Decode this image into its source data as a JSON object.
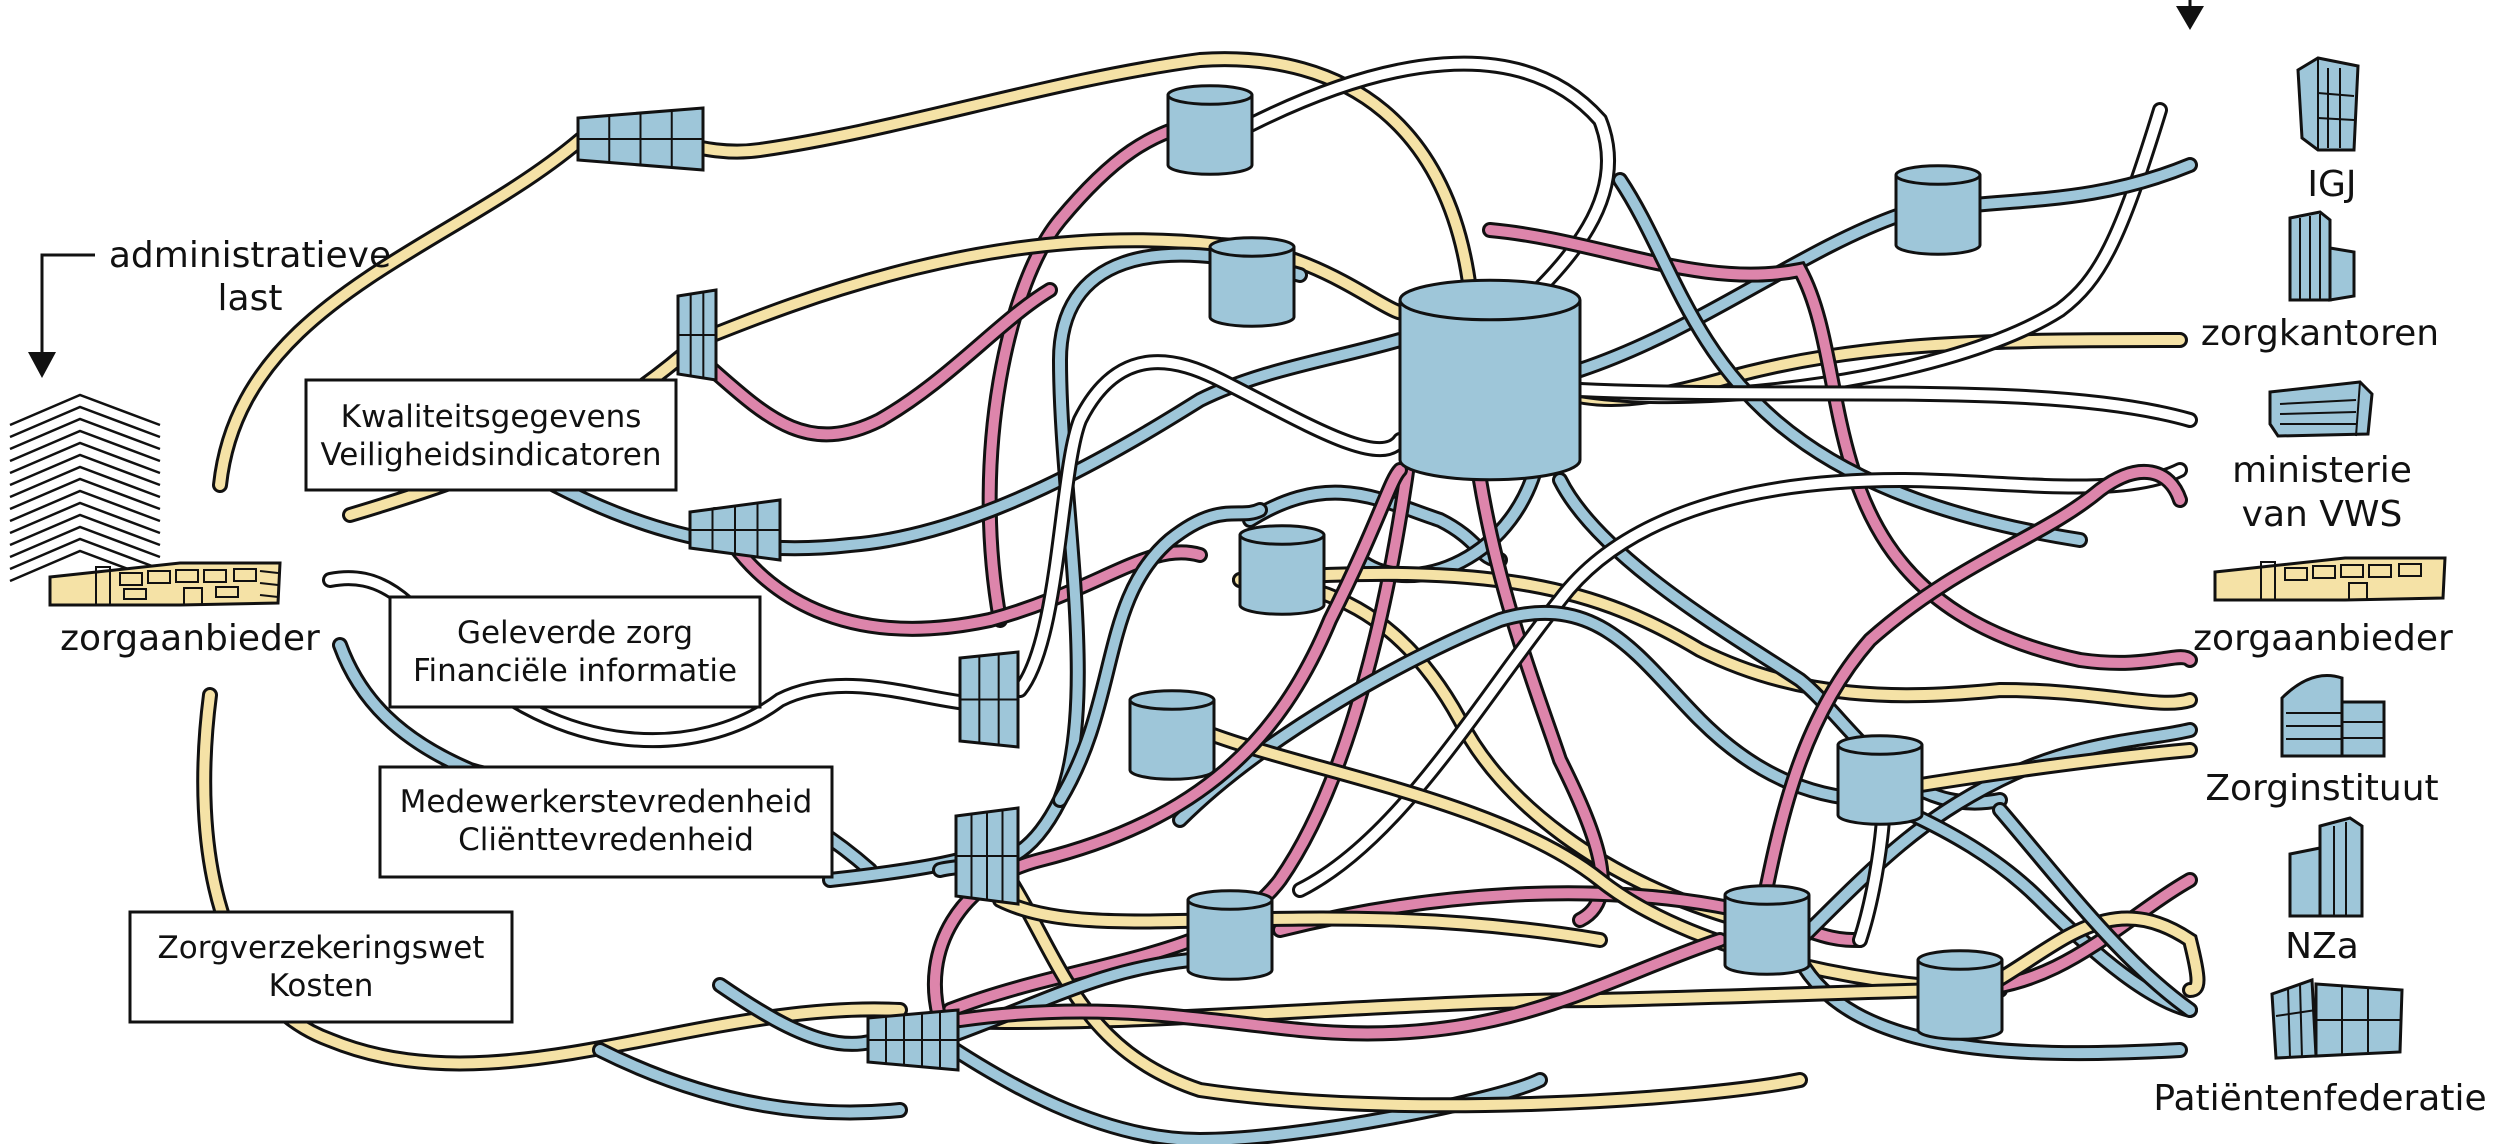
{
  "annotation": {
    "line1": "administratieve",
    "line2": "last"
  },
  "left_actor": {
    "label": "zorgaanbieder"
  },
  "data_boxes": [
    {
      "line1": "Kwaliteitsgegevens",
      "line2": "Veiligheidsindicatoren"
    },
    {
      "line1": "Geleverde zorg",
      "line2": "Financiële informatie"
    },
    {
      "line1": "Medewerkerstevredenheid",
      "line2": "Cliënttevredenheid"
    },
    {
      "line1": "Zorgverzekeringswet",
      "line2": "Kosten"
    }
  ],
  "right_actors": [
    {
      "lines": [
        "IGJ"
      ]
    },
    {
      "lines": [
        "zorgkantoren"
      ]
    },
    {
      "lines": [
        "ministerie",
        "van VWS"
      ]
    },
    {
      "lines": [
        "zorgaanbieder"
      ]
    },
    {
      "lines": [
        "Zorginstituut"
      ]
    },
    {
      "lines": [
        "NZa"
      ]
    },
    {
      "lines": [
        "Patiëntenfederatie"
      ]
    }
  ],
  "colors": {
    "blue": "#9ec6d9",
    "pink": "#dd85ab",
    "yellow": "#f5e2a6",
    "white_cable": "#ffffff",
    "building_yellow": "#f5e2a6",
    "outline": "#111111"
  }
}
